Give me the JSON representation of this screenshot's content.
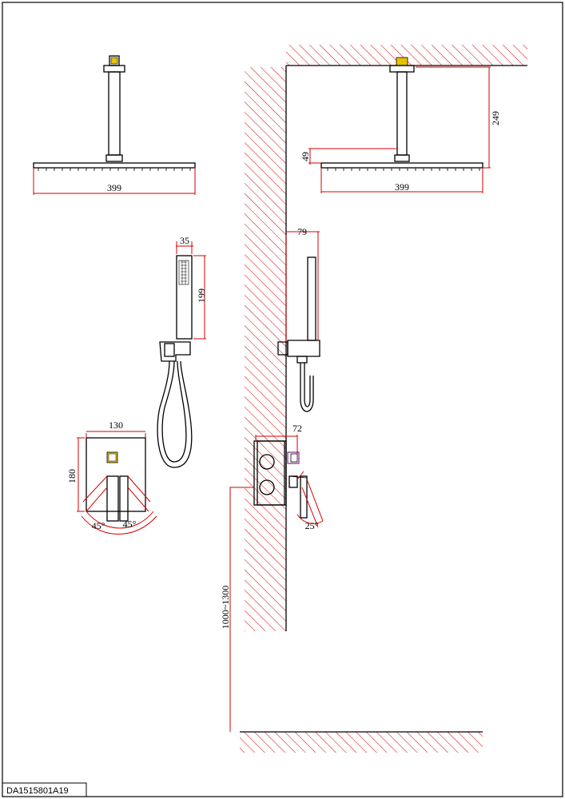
{
  "drawing": {
    "code": "DA1515801A19",
    "dimensions": {
      "head_width_left": "399",
      "head_width_right": "399",
      "arm_length": "249",
      "head_drop": "49",
      "hand_shower_width": "35",
      "hand_shower_length": "199",
      "holder_projection": "79",
      "plate_width": "130",
      "plate_height": "180",
      "valve_depth": "72",
      "handle_angle_left": "45°",
      "handle_angle_right": "45°",
      "handle_angle_side": "25°",
      "valve_height": "1000~1300"
    }
  },
  "colors": {
    "hatch": "#d40000",
    "line": "#000000",
    "accent": "#e8c200",
    "box": "#7b2f8e"
  }
}
